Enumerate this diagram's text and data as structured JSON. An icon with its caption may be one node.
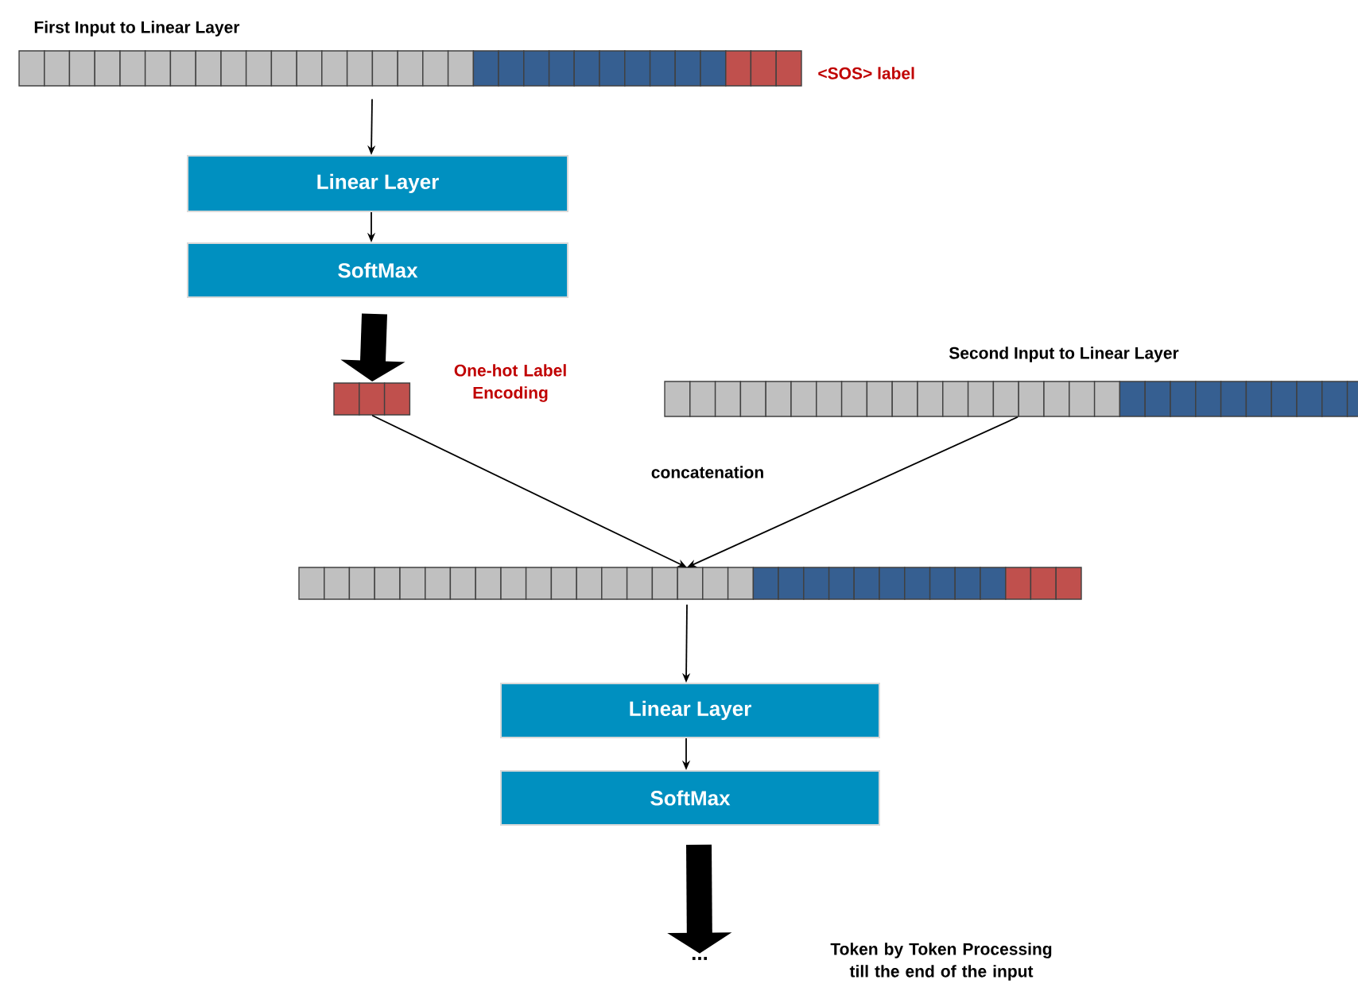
{
  "diagram": {
    "nodes": [
      {
        "text": [
          "First Input to Linear Layer"
        ],
        "beside": [
          "<SOS> label"
        ]
      },
      {
        "text": [
          "Linear Layer"
        ]
      },
      {
        "text": [
          "SoftMax"
        ]
      },
      {
        "text": [],
        "shape": "bar",
        "beside": [
          "One-hot Label Encoding"
        ]
      },
      {
        "text": [
          "Second Input to Linear Layer"
        ]
      },
      {
        "text": [],
        "shape": "bar"
      },
      {
        "text": [
          "Linear Layer"
        ]
      },
      {
        "text": [
          "SoftMax"
        ]
      },
      {
        "text": [
          "..."
        ]
      }
    ],
    "edges": [
      {
        "from": 0,
        "to": 1,
        "arrow": "to"
      },
      {
        "from": 1,
        "to": 2,
        "arrow": "to"
      },
      {
        "from": 2,
        "to": 3,
        "arrow": "to",
        "style": "thick"
      },
      {
        "from": 3,
        "to": 5,
        "arrow": "to"
      },
      {
        "from": 4,
        "to": 5,
        "arrow": "to"
      },
      {
        "from": 5,
        "to": 6,
        "arrow": "to"
      },
      {
        "from": 6,
        "to": 7,
        "arrow": "to"
      },
      {
        "from": 7,
        "to": 8,
        "arrow": "to",
        "style": "thick"
      }
    ],
    "labels": [
      "concatenation",
      "Token by Token Processing till the end of the input"
    ]
  }
}
